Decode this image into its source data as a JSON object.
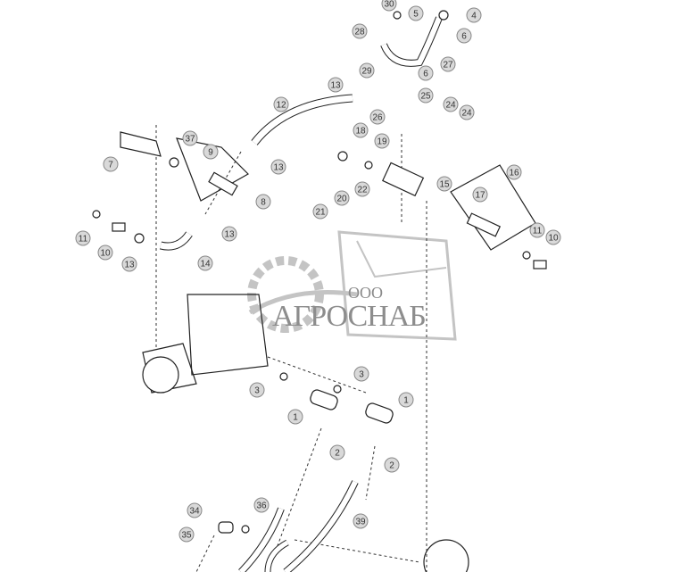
{
  "watermark": {
    "prefix": "ООО",
    "name": "АГРОСНАБ"
  },
  "callouts": [
    "30",
    "5",
    "4",
    "6",
    "28",
    "27",
    "29",
    "6",
    "13",
    "25",
    "12",
    "26",
    "24",
    "24",
    "18",
    "19",
    "37",
    "9",
    "7",
    "13",
    "16",
    "15",
    "22",
    "8",
    "17",
    "20",
    "21",
    "11",
    "10",
    "13",
    "13",
    "14",
    "11",
    "10",
    "3",
    "3",
    "1",
    "1",
    "2",
    "2",
    "34",
    "36",
    "39",
    "35"
  ],
  "colors": {
    "line": "#222222",
    "callout_fill": "#d9d9d9",
    "callout_stroke": "#888888",
    "watermark": "#b0b0b0"
  }
}
